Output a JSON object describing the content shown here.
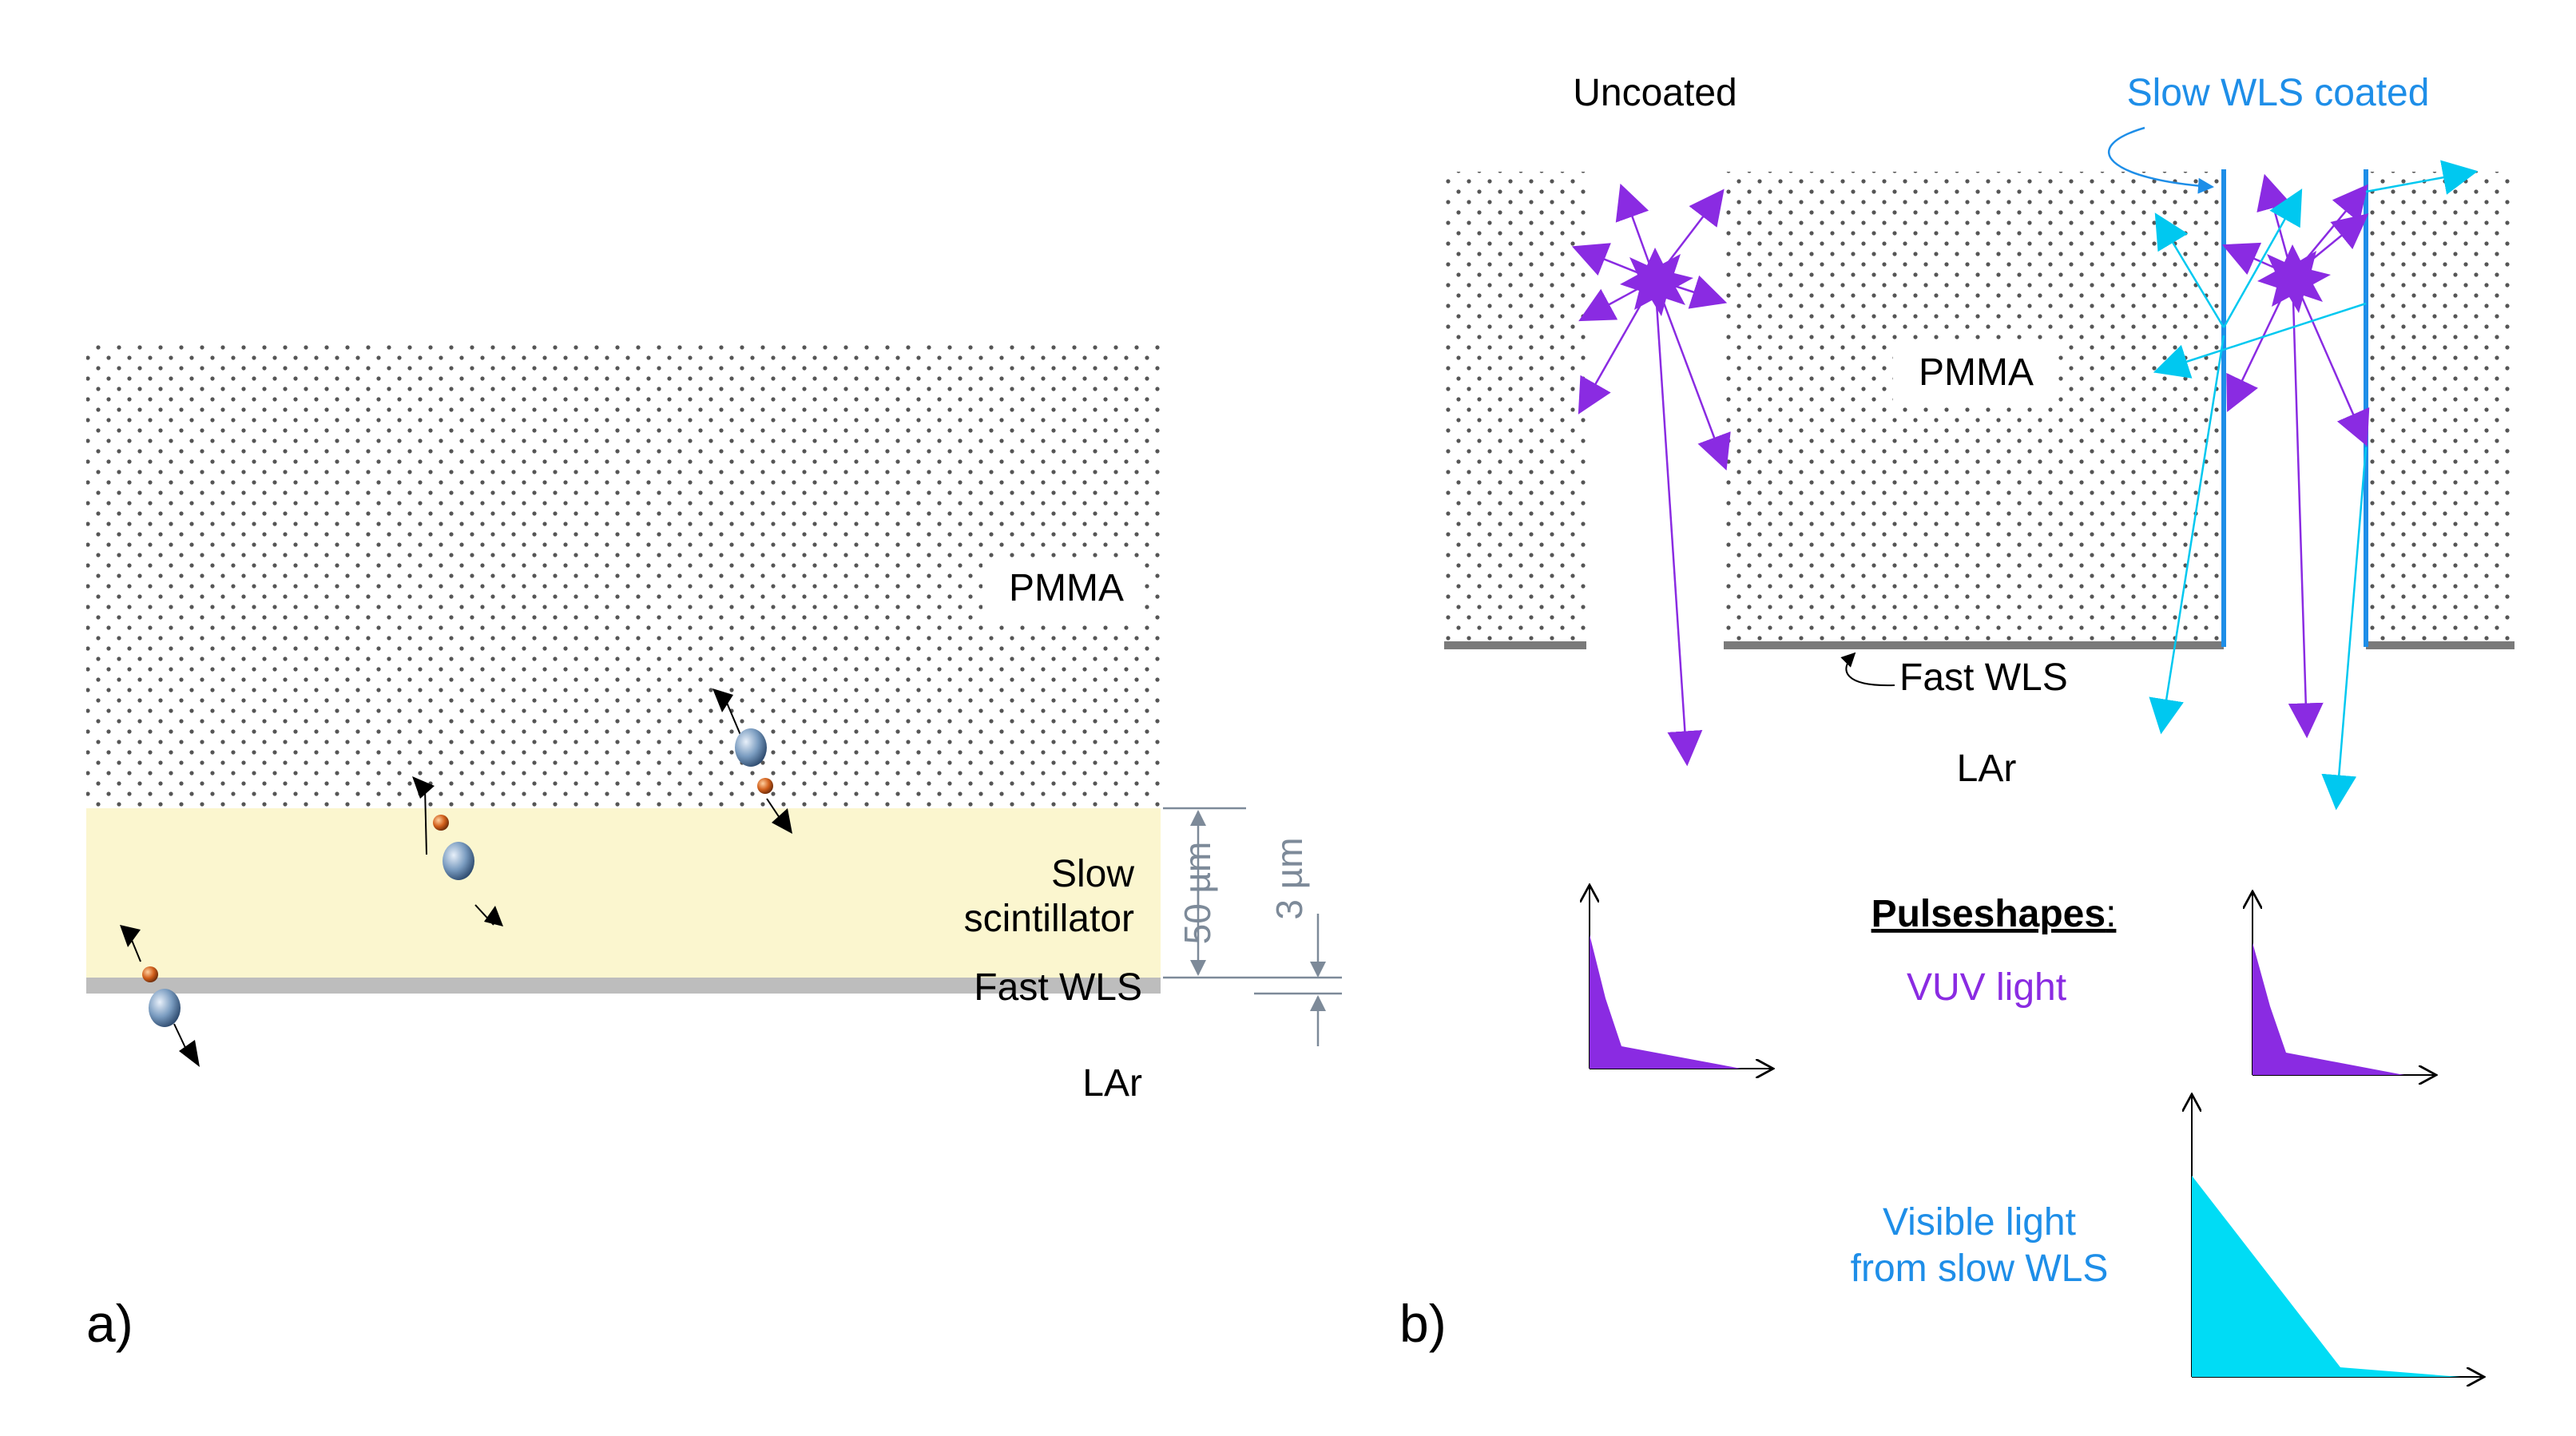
{
  "panel_a": {
    "label": "a)",
    "pmma_label": "PMMA",
    "slow_label_1": "Slow",
    "slow_label_2": "scintillator",
    "fast_label": "Fast WLS",
    "lar_label": "LAr",
    "dim_50": "50 µm",
    "dim_3": "3 µm"
  },
  "panel_b": {
    "label": "b)",
    "uncoated_label": "Uncoated",
    "slow_coated_label": "Slow WLS coated",
    "pmma_label": "PMMA",
    "fast_label": "Fast WLS",
    "lar_label": "LAr",
    "pulseshapes_title": "Pulseshapes",
    "pulseshapes_colon": ":",
    "vuv_label": "VUV light",
    "visible_label_1": "Visible light",
    "visible_label_2": "from slow WLS"
  },
  "colors": {
    "pmma_dot": "#444444",
    "slow_scintillator": "#fbf6cf",
    "fast_wls": "#bdbdbd",
    "fast_wls_dark": "#7a7a7a",
    "vuv": "#8a2be2",
    "visible": "#00c8f0",
    "coating": "#1e8ee8",
    "dimension": "#7d8a99"
  }
}
